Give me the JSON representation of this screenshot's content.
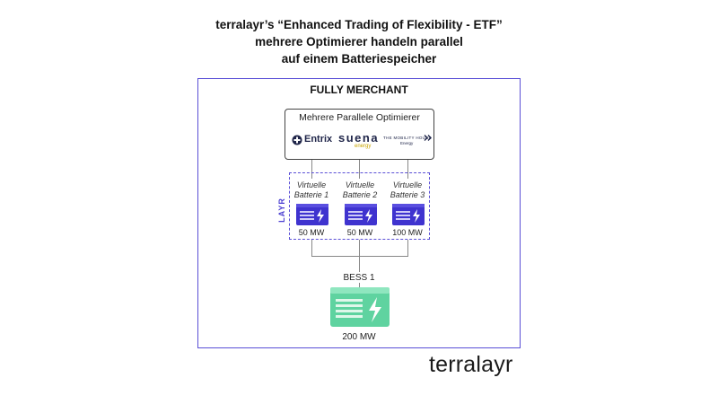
{
  "title": {
    "line1": "terralayr’s “Enhanced Trading of Flexibility - ETF”",
    "line2": "mehrere Optimierer handeln parallel",
    "line3": "auf einem Batteriespeicher"
  },
  "frame": {
    "title": "FULLY MERCHANT"
  },
  "optimizers": {
    "title": "Mehrere Parallele Optimierer",
    "logos": [
      {
        "name": "Entrix",
        "icon": "entrix-plus-icon"
      },
      {
        "name": "suena",
        "sub": "energy"
      },
      {
        "name": "THE MOBILITY HOUSE",
        "sub": "Energy",
        "icon": "chevrons-icon"
      }
    ]
  },
  "layr": {
    "label": "LAYR"
  },
  "virtual_batteries": [
    {
      "line1": "Virtuelle",
      "line2": "Batterie 1",
      "capacity": "50 MW"
    },
    {
      "line1": "Virtuelle",
      "line2": "Batterie 2",
      "capacity": "50 MW"
    },
    {
      "line1": "Virtuelle",
      "line2": "Batterie 3",
      "capacity": "100 MW"
    }
  ],
  "bess": {
    "label": "BESS 1",
    "capacity": "200 MW"
  },
  "brand": {
    "name": "terralayr"
  },
  "colors": {
    "accent": "#5a4fd6",
    "virtual_battery": "#3f33cf",
    "bess": "#5fd3a0"
  }
}
